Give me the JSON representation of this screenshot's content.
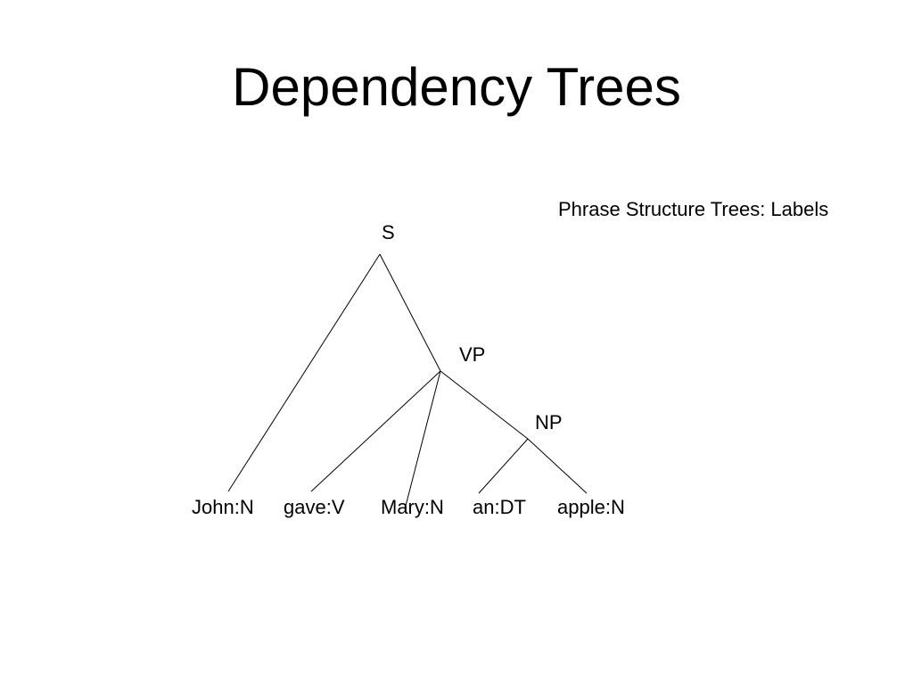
{
  "slide": {
    "title": "Dependency Trees",
    "subtitle": "Phrase Structure Trees: Labels"
  },
  "tree": {
    "nodes": {
      "s": "S",
      "vp": "VP",
      "np": "NP"
    },
    "words": [
      "John:N",
      "gave:V",
      "Mary:N",
      "an:DT",
      "apple:N"
    ]
  }
}
